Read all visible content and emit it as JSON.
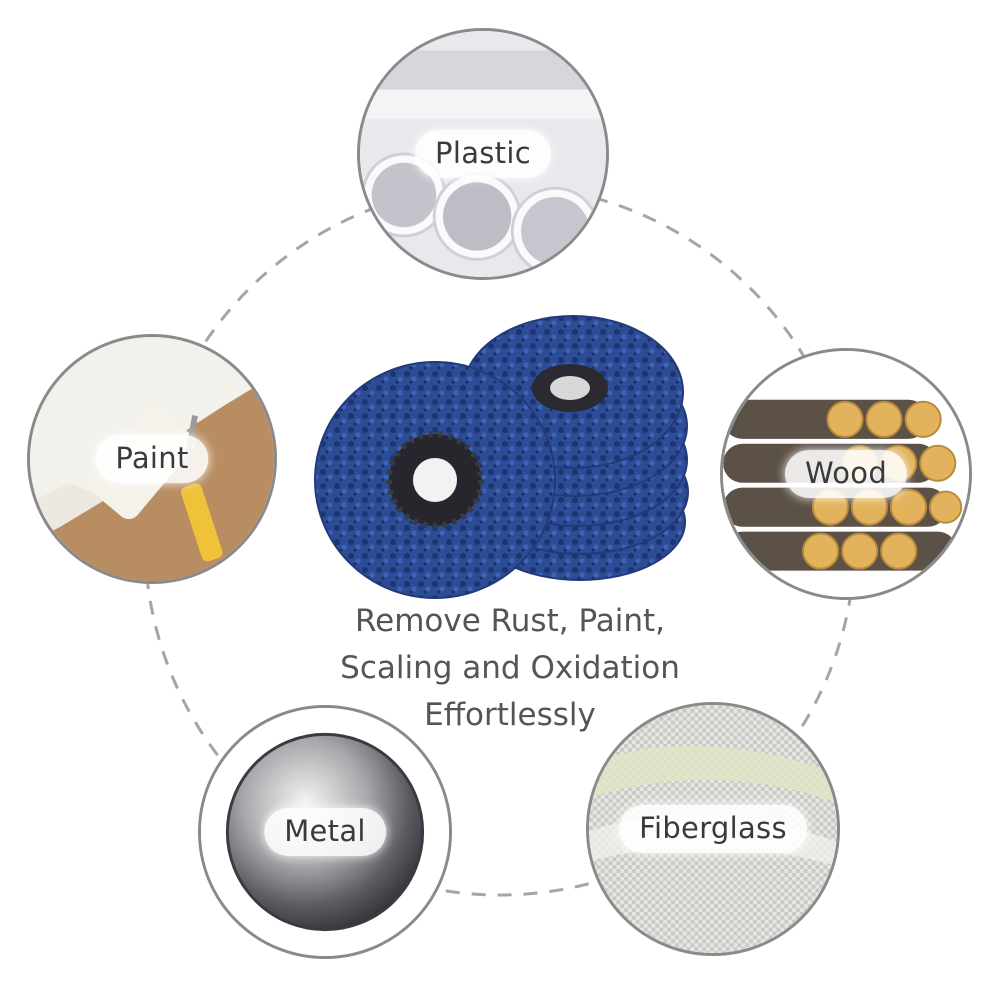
{
  "materials": {
    "plastic": "Plastic",
    "paint": "Paint",
    "wood": "Wood",
    "metal": "Metal",
    "fiberglass": "Fiberglass"
  },
  "caption": {
    "line1": "Remove Rust, Paint,",
    "line2": "Scaling and Oxidation",
    "line3": "Effortlessly"
  },
  "colors": {
    "disc_blue": "#2f4f9a",
    "ring_gray": "#9a9a9a",
    "text_gray": "#555555"
  }
}
